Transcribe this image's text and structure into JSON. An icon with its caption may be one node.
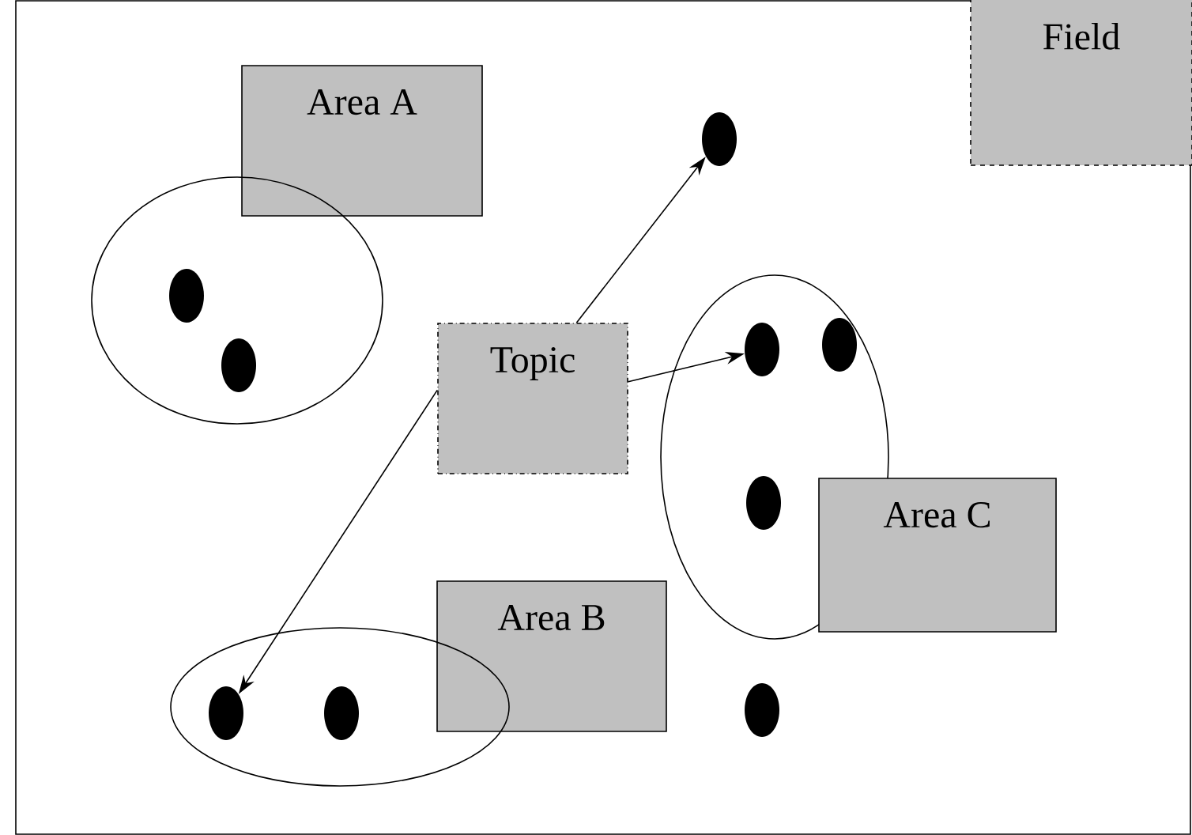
{
  "diagram": {
    "nodes": [
      {
        "text": [
          "Field"
        ]
      },
      {
        "text": [
          "Area A"
        ]
      },
      {
        "text": [],
        "shape": "ellipse"
      },
      {
        "text": [],
        "shape": "dot",
        "in": 2
      },
      {
        "text": [],
        "shape": "dot",
        "in": 2
      },
      {
        "text": [],
        "shape": "dot"
      },
      {
        "text": [
          "Topic"
        ]
      },
      {
        "text": [],
        "shape": "ellipse"
      },
      {
        "text": [],
        "shape": "dot",
        "in": 7
      },
      {
        "text": [],
        "shape": "dot",
        "in": 7
      },
      {
        "text": [],
        "shape": "dot",
        "in": 7
      },
      {
        "text": [
          "Area C"
        ]
      },
      {
        "text": [
          "Area B"
        ]
      },
      {
        "text": [],
        "shape": "ellipse"
      },
      {
        "text": [],
        "shape": "dot",
        "in": 13
      },
      {
        "text": [],
        "shape": "dot",
        "in": 13
      },
      {
        "text": [],
        "shape": "dot"
      }
    ],
    "edges": [
      {
        "from": 6,
        "to": 5,
        "arrow": "to"
      },
      {
        "from": 6,
        "to": 8,
        "arrow": "to"
      },
      {
        "from": 6,
        "to": 14,
        "arrow": "to"
      }
    ]
  }
}
